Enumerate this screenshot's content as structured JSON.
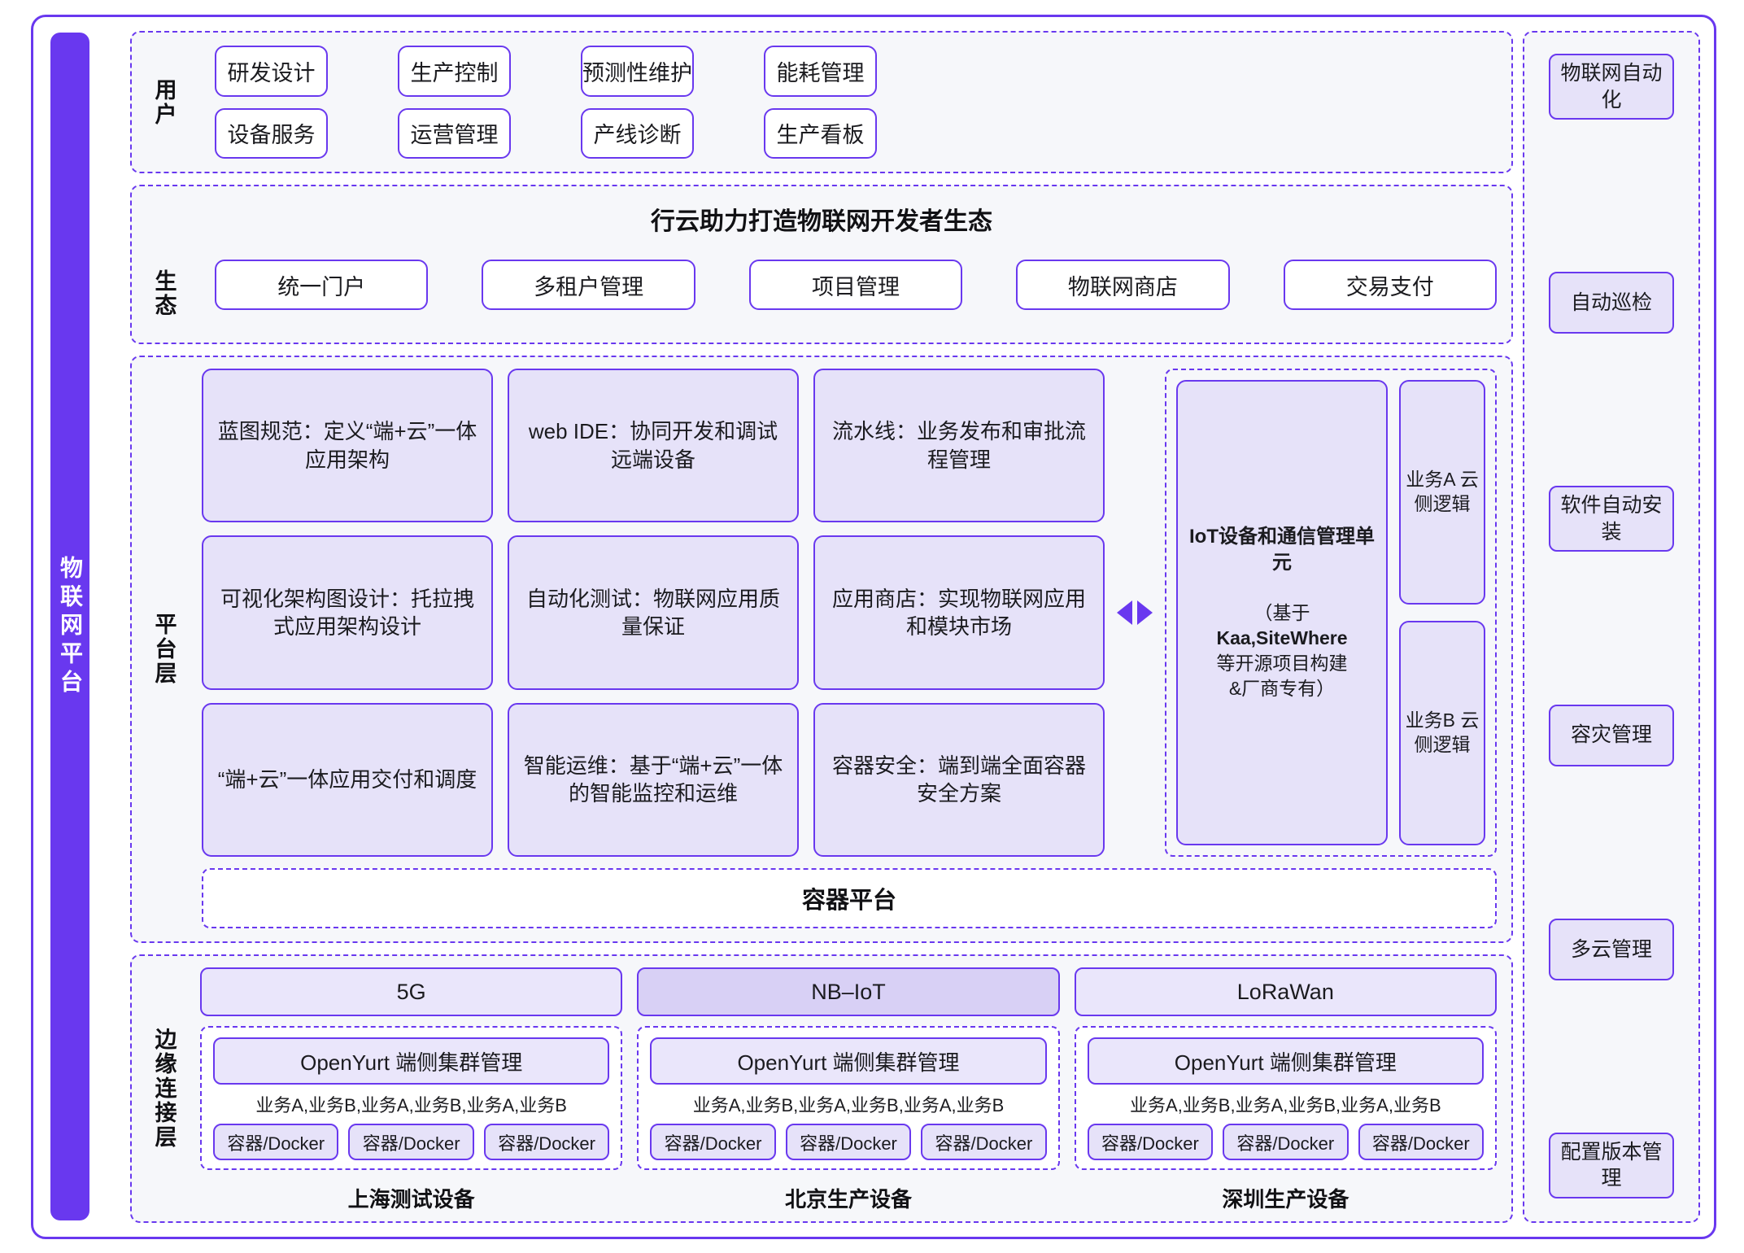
{
  "brand": {
    "vertical_label": "物联网平台"
  },
  "user_layer": {
    "label": "用户",
    "items": [
      "研发设计",
      "生产控制",
      "预测性维护",
      "能耗管理",
      "设备服务",
      "运营管理",
      "产线诊断",
      "生产看板"
    ]
  },
  "eco_layer": {
    "label": "生态",
    "title": "行云助力打造物联网开发者生态",
    "items": [
      "统一门户",
      "多租户管理",
      "项目管理",
      "物联网商店",
      "交易支付"
    ]
  },
  "platform_layer": {
    "label": "平台层",
    "cards": [
      "蓝图规范：定义“端+云”一体应用架构",
      "web IDE：协同开发和调试远端设备",
      "流水线：业务发布和审批流程管理",
      "可视化架构图设计：托拉拽式应用架构设计",
      "自动化测试：物联网应用质量保证",
      "应用商店：实现物联网应用和模块市场",
      "“端+云”一体应用交付和调度",
      "智能运维：基于“端+云”一体的智能监控和运维",
      "容器安全：端到端全面容器安全方案"
    ],
    "iot_unit_title": "IoT设备和通信管理单元",
    "iot_unit_sub_1": "（基于",
    "iot_unit_sub_2": "Kaa,SiteWhere",
    "iot_unit_sub_3": "等开源项目构建",
    "iot_unit_sub_4": "&厂商专有）",
    "side_cards": [
      "业务A 云侧逻辑",
      "业务B 云侧逻辑"
    ],
    "container_platform": "容器平台"
  },
  "edge_layer": {
    "label": "边缘连接层",
    "columns": [
      {
        "network": "5G",
        "network_accent": false,
        "yurt": "OpenYurt 端侧集群管理",
        "services": "业务A,业务B,业务A,业务B,业务A,业务B",
        "containers": [
          "容器/Docker",
          "容器/Docker",
          "容器/Docker"
        ],
        "caption": "上海测试设备"
      },
      {
        "network": "NB–IoT",
        "network_accent": true,
        "yurt": "OpenYurt 端侧集群管理",
        "services": "业务A,业务B,业务A,业务B,业务A,业务B",
        "containers": [
          "容器/Docker",
          "容器/Docker",
          "容器/Docker"
        ],
        "caption": "北京生产设备"
      },
      {
        "network": "LoRaWan",
        "network_accent": false,
        "yurt": "OpenYurt 端侧集群管理",
        "services": "业务A,业务B,业务A,业务B,业务A,业务B",
        "containers": [
          "容器/Docker",
          "容器/Docker",
          "容器/Docker"
        ],
        "caption": "深圳生产设备"
      }
    ]
  },
  "ops_column": {
    "items": [
      "物联网自动化",
      "自动巡检",
      "软件自动安装",
      "容灾管理",
      "多云管理",
      "配置版本管理"
    ]
  },
  "colors": {
    "accent": "#6938ef",
    "card_fill": "#e6e2f9",
    "section_fill": "#f6f7fa",
    "white": "#ffffff",
    "text": "#1b1b1f"
  }
}
